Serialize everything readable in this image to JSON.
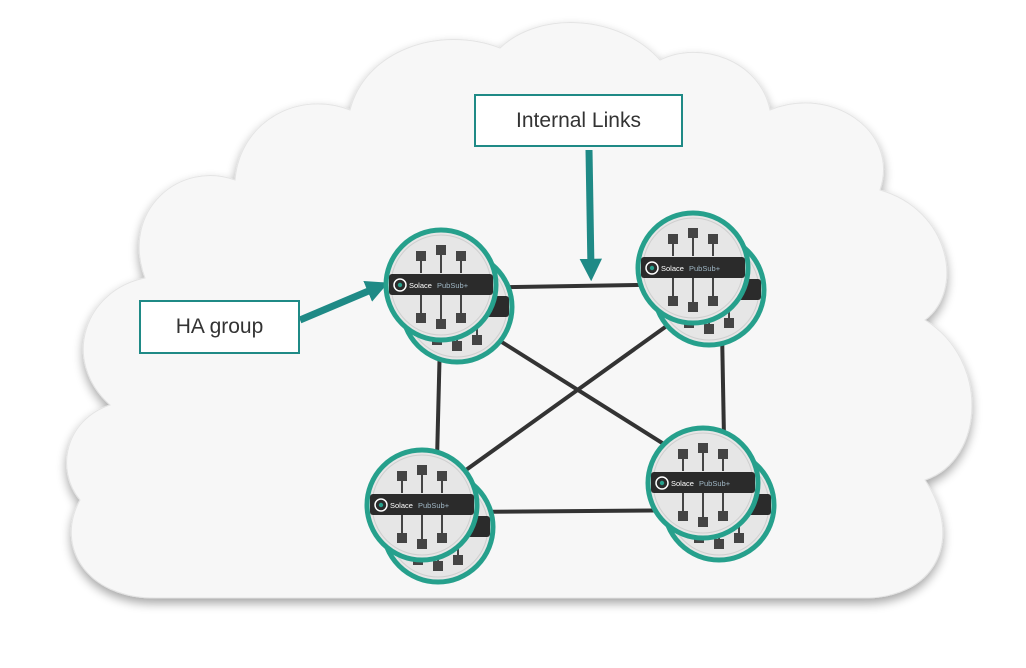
{
  "callouts": {
    "internal_links": "Internal Links",
    "ha_group": "HA group"
  },
  "node_brand": {
    "name": "Solace",
    "product": "PubSub+"
  },
  "nodes": [
    {
      "id": "top-left"
    },
    {
      "id": "top-right"
    },
    {
      "id": "bottom-left"
    },
    {
      "id": "bottom-right"
    }
  ],
  "colors": {
    "accent": "#1f8a86",
    "node_ring": "#26a08c",
    "node_fill": "#e6e6e6",
    "link": "#333333",
    "cloud": "#f7f7f7"
  }
}
